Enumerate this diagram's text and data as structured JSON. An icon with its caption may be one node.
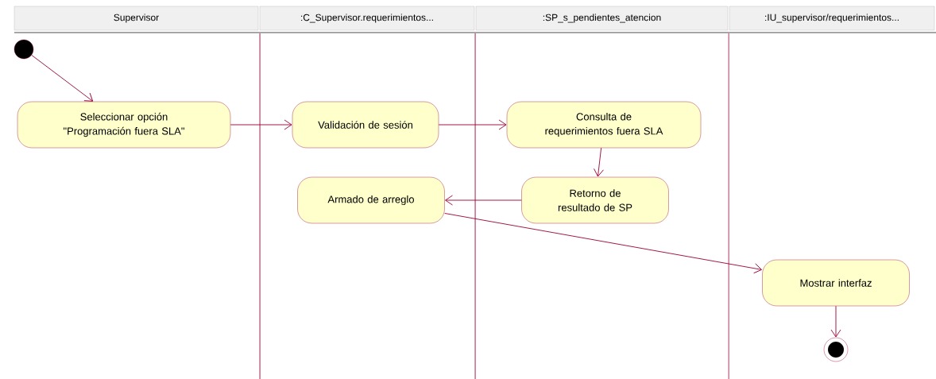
{
  "diagram": {
    "nodes": [
      {
        "text": [
          "Supervisor"
        ]
      },
      {
        "text": [
          ":C_Supervisor.requerimientos..."
        ]
      },
      {
        "text": [
          ":SP_s_pendientes_atencion"
        ]
      },
      {
        "text": [
          ":IU_supervisor/requerimientos..."
        ]
      },
      {
        "text": [],
        "shape": "circle"
      },
      {
        "text": [
          "Seleccionar opción \"Programación fuera SLA\""
        ]
      },
      {
        "text": [
          "Validación de sesión"
        ]
      },
      {
        "text": [
          "Consulta de requerimientos fuera SLA"
        ]
      },
      {
        "text": [
          "Retorno de resultado de SP"
        ]
      },
      {
        "text": [
          "Armado de arreglo"
        ]
      },
      {
        "text": [
          "Mostrar interfaz"
        ]
      },
      {
        "text": [],
        "shape": "bullseye"
      }
    ],
    "edges": [
      {
        "from": 4,
        "to": 5,
        "arrow": "to"
      },
      {
        "from": 5,
        "to": 6,
        "arrow": "to"
      },
      {
        "from": 6,
        "to": 7,
        "arrow": "to"
      },
      {
        "from": 7,
        "to": 8,
        "arrow": "to"
      },
      {
        "from": 8,
        "to": 9,
        "arrow": "to"
      },
      {
        "from": 9,
        "to": 10,
        "arrow": "to"
      },
      {
        "from": 10,
        "to": 11,
        "arrow": "to"
      }
    ]
  }
}
